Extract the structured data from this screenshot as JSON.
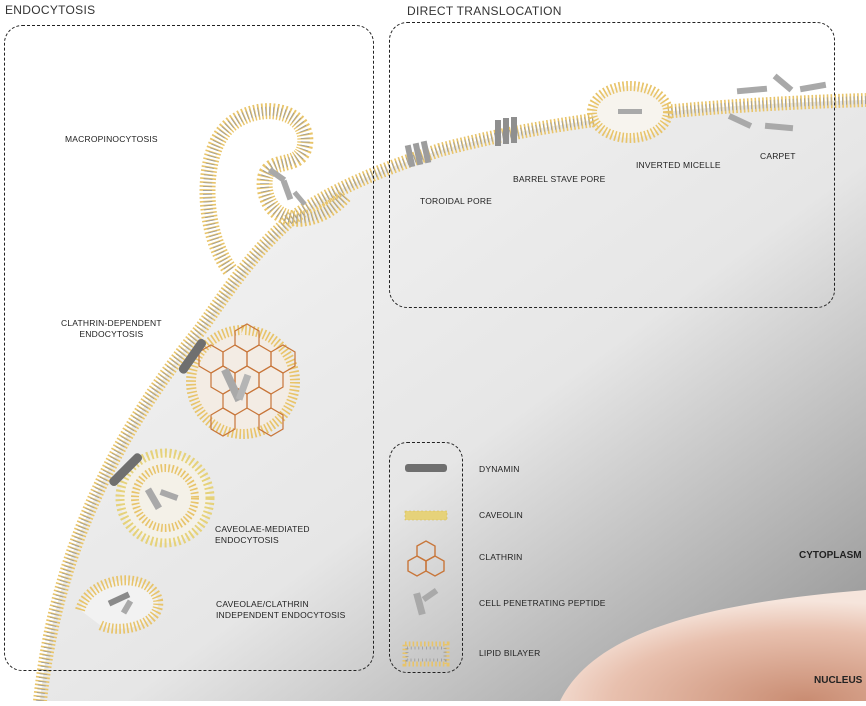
{
  "sections": {
    "endocytosis": "ENDOCYTOSIS",
    "direct_translocation": "DIRECT TRANSLOCATION"
  },
  "endocytosis_labels": {
    "macropinocytosis": "MACROPINOCYTOSIS",
    "clathrin_dependent": [
      "CLATHRIN-DEPENDENT",
      "ENDOCYTOSIS"
    ],
    "caveolae_mediated": [
      "CAVEOLAE-MEDIATED",
      "ENDOCYTOSIS"
    ],
    "independent": [
      "CAVEOLAE/CLATHRIN",
      "INDEPENDENT ENDOCYTOSIS"
    ]
  },
  "translocation_labels": {
    "toroidal_pore": "TOROIDAL PORE",
    "barrel_stave_pore": "BARREL STAVE PORE",
    "inverted_micelle": "INVERTED MICELLE",
    "carpet": "CARPET"
  },
  "legend": [
    {
      "label": "DYNAMIN",
      "icon": "dynamin-icon"
    },
    {
      "label": "CAVEOLIN",
      "icon": "caveolin-icon"
    },
    {
      "label": "CLATHRIN",
      "icon": "clathrin-icon"
    },
    {
      "label": "CELL PENETRATING PEPTIDE",
      "icon": "peptide-icon"
    },
    {
      "label": "LIPID BILAYER",
      "icon": "lipid-bilayer-icon"
    }
  ],
  "regions": {
    "cytoplasm": "CYTOPLASM",
    "nucleus": "NUCLEUS"
  },
  "colors": {
    "lipid_head": "#e8c46a",
    "lipid_tail": "#8a8a8a",
    "dynamin": "#6f6f6f",
    "caveolin": "#e6d27a",
    "clathrin": "#c8763a",
    "peptide": "#a9a9a9",
    "nucleus": "#d9a68e"
  }
}
